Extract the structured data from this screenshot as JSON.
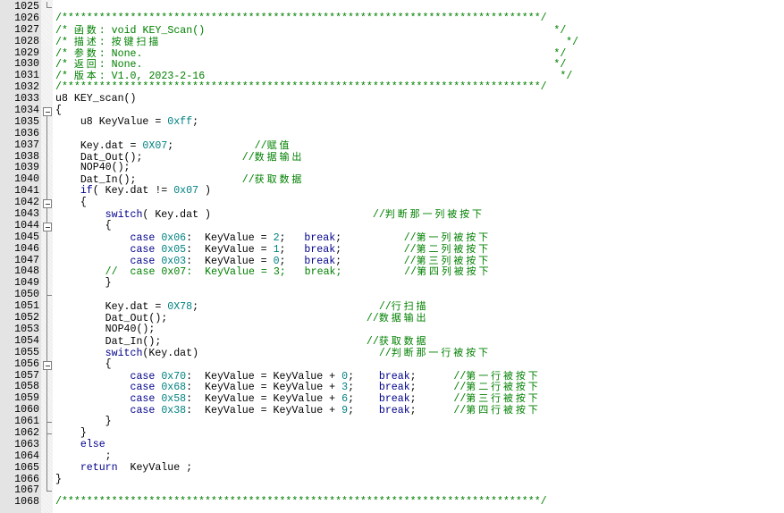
{
  "editor": {
    "colors": {
      "comment": "#008000",
      "keyword": "#00008b",
      "number": "#008080",
      "text": "#000000",
      "gutter": "#e4e4e4",
      "background": "#ffffff"
    },
    "lines": [
      {
        "num": "1025",
        "fold": "end",
        "tokens": []
      },
      {
        "num": "1026",
        "fold": "",
        "tokens": [
          {
            "t": "/*****************************************************************************/",
            "c": "comment"
          }
        ]
      },
      {
        "num": "1027",
        "fold": "",
        "tokens": [
          {
            "t": "/* 函数: void KEY_Scan()                                                        */",
            "c": "comment"
          }
        ]
      },
      {
        "num": "1028",
        "fold": "",
        "tokens": [
          {
            "t": "/* 描述: 按键扫描                                                                 */",
            "c": "comment"
          }
        ]
      },
      {
        "num": "1029",
        "fold": "",
        "tokens": [
          {
            "t": "/* 参数: None.                                                                  */",
            "c": "comment"
          }
        ]
      },
      {
        "num": "1030",
        "fold": "",
        "tokens": [
          {
            "t": "/* 返回: None.                                                                  */",
            "c": "comment"
          }
        ]
      },
      {
        "num": "1031",
        "fold": "",
        "tokens": [
          {
            "t": "/* 版本: V1.0, 2023-2-16                                                         */",
            "c": "comment"
          }
        ]
      },
      {
        "num": "1032",
        "fold": "",
        "tokens": [
          {
            "t": "/*****************************************************************************/",
            "c": "comment"
          }
        ]
      },
      {
        "num": "1033",
        "fold": "",
        "tokens": [
          {
            "t": "u8 KEY_scan()",
            "c": "plain"
          }
        ]
      },
      {
        "num": "1034",
        "fold": "open-top",
        "tokens": [
          {
            "t": "{",
            "c": "plain"
          }
        ]
      },
      {
        "num": "1035",
        "fold": "line",
        "tokens": [
          {
            "t": "    u8 KeyValue = ",
            "c": "plain"
          },
          {
            "t": "0xff",
            "c": "number"
          },
          {
            "t": ";",
            "c": "plain"
          }
        ]
      },
      {
        "num": "1036",
        "fold": "line",
        "tokens": []
      },
      {
        "num": "1037",
        "fold": "line",
        "tokens": [
          {
            "t": "    Key.dat = ",
            "c": "plain"
          },
          {
            "t": "0X07",
            "c": "number"
          },
          {
            "t": ";             ",
            "c": "plain"
          },
          {
            "t": "//赋值",
            "c": "comment"
          }
        ]
      },
      {
        "num": "1038",
        "fold": "line",
        "tokens": [
          {
            "t": "    Dat_Out();                ",
            "c": "plain"
          },
          {
            "t": "//数据输出",
            "c": "comment"
          }
        ]
      },
      {
        "num": "1039",
        "fold": "line",
        "tokens": [
          {
            "t": "    NOP40();",
            "c": "plain"
          }
        ]
      },
      {
        "num": "1040",
        "fold": "line",
        "tokens": [
          {
            "t": "    Dat_In();                 ",
            "c": "plain"
          },
          {
            "t": "//获取数据",
            "c": "comment"
          }
        ]
      },
      {
        "num": "1041",
        "fold": "line",
        "tokens": [
          {
            "t": "    ",
            "c": "plain"
          },
          {
            "t": "if",
            "c": "keyword"
          },
          {
            "t": "( Key.dat != ",
            "c": "plain"
          },
          {
            "t": "0x07",
            "c": "number"
          },
          {
            "t": " )",
            "c": "plain"
          }
        ]
      },
      {
        "num": "1042",
        "fold": "open",
        "tokens": [
          {
            "t": "    {",
            "c": "plain"
          }
        ]
      },
      {
        "num": "1043",
        "fold": "line",
        "tokens": [
          {
            "t": "        ",
            "c": "plain"
          },
          {
            "t": "switch",
            "c": "keyword"
          },
          {
            "t": "( Key.dat )                          ",
            "c": "plain"
          },
          {
            "t": "//判断那一列被按下",
            "c": "comment"
          }
        ]
      },
      {
        "num": "1044",
        "fold": "open",
        "tokens": [
          {
            "t": "        {",
            "c": "plain"
          }
        ]
      },
      {
        "num": "1045",
        "fold": "line",
        "tokens": [
          {
            "t": "            ",
            "c": "plain"
          },
          {
            "t": "case",
            "c": "keyword"
          },
          {
            "t": " ",
            "c": "plain"
          },
          {
            "t": "0x06",
            "c": "number"
          },
          {
            "t": ":  KeyValue = ",
            "c": "plain"
          },
          {
            "t": "2",
            "c": "number"
          },
          {
            "t": ";   ",
            "c": "plain"
          },
          {
            "t": "break",
            "c": "keyword"
          },
          {
            "t": ";          ",
            "c": "plain"
          },
          {
            "t": "//第一列被按下",
            "c": "comment"
          }
        ]
      },
      {
        "num": "1046",
        "fold": "line",
        "tokens": [
          {
            "t": "            ",
            "c": "plain"
          },
          {
            "t": "case",
            "c": "keyword"
          },
          {
            "t": " ",
            "c": "plain"
          },
          {
            "t": "0x05",
            "c": "number"
          },
          {
            "t": ":  KeyValue = ",
            "c": "plain"
          },
          {
            "t": "1",
            "c": "number"
          },
          {
            "t": ";   ",
            "c": "plain"
          },
          {
            "t": "break",
            "c": "keyword"
          },
          {
            "t": ";          ",
            "c": "plain"
          },
          {
            "t": "//第二列被按下",
            "c": "comment"
          }
        ]
      },
      {
        "num": "1047",
        "fold": "line",
        "tokens": [
          {
            "t": "            ",
            "c": "plain"
          },
          {
            "t": "case",
            "c": "keyword"
          },
          {
            "t": " ",
            "c": "plain"
          },
          {
            "t": "0x03",
            "c": "number"
          },
          {
            "t": ":  KeyValue = ",
            "c": "plain"
          },
          {
            "t": "0",
            "c": "number"
          },
          {
            "t": ";   ",
            "c": "plain"
          },
          {
            "t": "break",
            "c": "keyword"
          },
          {
            "t": ";          ",
            "c": "plain"
          },
          {
            "t": "//第三列被按下",
            "c": "comment"
          }
        ]
      },
      {
        "num": "1048",
        "fold": "line",
        "tokens": [
          {
            "t": "        ",
            "c": "plain"
          },
          {
            "t": "//  case 0x07:  KeyValue = 3;   break;          //第四列被按下",
            "c": "comment"
          }
        ]
      },
      {
        "num": "1049",
        "fold": "line",
        "tokens": [
          {
            "t": "        }",
            "c": "plain"
          }
        ]
      },
      {
        "num": "1050",
        "fold": "tick",
        "tokens": []
      },
      {
        "num": "1051",
        "fold": "line",
        "tokens": [
          {
            "t": "        Key.dat = ",
            "c": "plain"
          },
          {
            "t": "0X78",
            "c": "number"
          },
          {
            "t": ";                             ",
            "c": "plain"
          },
          {
            "t": "//行扫描",
            "c": "comment"
          }
        ]
      },
      {
        "num": "1052",
        "fold": "line",
        "tokens": [
          {
            "t": "        Dat_Out();                                ",
            "c": "plain"
          },
          {
            "t": "//数据输出",
            "c": "comment"
          }
        ]
      },
      {
        "num": "1053",
        "fold": "line",
        "tokens": [
          {
            "t": "        NOP40();",
            "c": "plain"
          }
        ]
      },
      {
        "num": "1054",
        "fold": "line",
        "tokens": [
          {
            "t": "        Dat_In();                                 ",
            "c": "plain"
          },
          {
            "t": "//获取数据",
            "c": "comment"
          }
        ]
      },
      {
        "num": "1055",
        "fold": "line",
        "tokens": [
          {
            "t": "        ",
            "c": "plain"
          },
          {
            "t": "switch",
            "c": "keyword"
          },
          {
            "t": "(Key.dat)                             ",
            "c": "plain"
          },
          {
            "t": "//判断那一行被按下",
            "c": "comment"
          }
        ]
      },
      {
        "num": "1056",
        "fold": "open",
        "tokens": [
          {
            "t": "        {",
            "c": "plain"
          }
        ]
      },
      {
        "num": "1057",
        "fold": "line",
        "tokens": [
          {
            "t": "            ",
            "c": "plain"
          },
          {
            "t": "case",
            "c": "keyword"
          },
          {
            "t": " ",
            "c": "plain"
          },
          {
            "t": "0x70",
            "c": "number"
          },
          {
            "t": ":  KeyValue = KeyValue + ",
            "c": "plain"
          },
          {
            "t": "0",
            "c": "number"
          },
          {
            "t": ";    ",
            "c": "plain"
          },
          {
            "t": "break",
            "c": "keyword"
          },
          {
            "t": ";      ",
            "c": "plain"
          },
          {
            "t": "//第一行被按下",
            "c": "comment"
          }
        ]
      },
      {
        "num": "1058",
        "fold": "line",
        "tokens": [
          {
            "t": "            ",
            "c": "plain"
          },
          {
            "t": "case",
            "c": "keyword"
          },
          {
            "t": " ",
            "c": "plain"
          },
          {
            "t": "0x68",
            "c": "number"
          },
          {
            "t": ":  KeyValue = KeyValue + ",
            "c": "plain"
          },
          {
            "t": "3",
            "c": "number"
          },
          {
            "t": ";    ",
            "c": "plain"
          },
          {
            "t": "break",
            "c": "keyword"
          },
          {
            "t": ";      ",
            "c": "plain"
          },
          {
            "t": "//第二行被按下",
            "c": "comment"
          }
        ]
      },
      {
        "num": "1059",
        "fold": "line",
        "tokens": [
          {
            "t": "            ",
            "c": "plain"
          },
          {
            "t": "case",
            "c": "keyword"
          },
          {
            "t": " ",
            "c": "plain"
          },
          {
            "t": "0x58",
            "c": "number"
          },
          {
            "t": ":  KeyValue = KeyValue + ",
            "c": "plain"
          },
          {
            "t": "6",
            "c": "number"
          },
          {
            "t": ";    ",
            "c": "plain"
          },
          {
            "t": "break",
            "c": "keyword"
          },
          {
            "t": ";      ",
            "c": "plain"
          },
          {
            "t": "//第三行被按下",
            "c": "comment"
          }
        ]
      },
      {
        "num": "1060",
        "fold": "line",
        "tokens": [
          {
            "t": "            ",
            "c": "plain"
          },
          {
            "t": "case",
            "c": "keyword"
          },
          {
            "t": " ",
            "c": "plain"
          },
          {
            "t": "0x38",
            "c": "number"
          },
          {
            "t": ":  KeyValue = KeyValue + ",
            "c": "plain"
          },
          {
            "t": "9",
            "c": "number"
          },
          {
            "t": ";    ",
            "c": "plain"
          },
          {
            "t": "break",
            "c": "keyword"
          },
          {
            "t": ";      ",
            "c": "plain"
          },
          {
            "t": "//第四行被按下",
            "c": "comment"
          }
        ]
      },
      {
        "num": "1061",
        "fold": "tick",
        "tokens": [
          {
            "t": "        }",
            "c": "plain"
          }
        ]
      },
      {
        "num": "1062",
        "fold": "tick",
        "tokens": [
          {
            "t": "    }",
            "c": "plain"
          }
        ]
      },
      {
        "num": "1063",
        "fold": "line",
        "tokens": [
          {
            "t": "    ",
            "c": "plain"
          },
          {
            "t": "else",
            "c": "keyword"
          }
        ]
      },
      {
        "num": "1064",
        "fold": "line",
        "tokens": [
          {
            "t": "        ;",
            "c": "plain"
          }
        ]
      },
      {
        "num": "1065",
        "fold": "line",
        "tokens": [
          {
            "t": "    ",
            "c": "plain"
          },
          {
            "t": "return",
            "c": "keyword"
          },
          {
            "t": "  KeyValue ;",
            "c": "plain"
          }
        ]
      },
      {
        "num": "1066",
        "fold": "line",
        "tokens": [
          {
            "t": "}",
            "c": "plain"
          }
        ]
      },
      {
        "num": "1067",
        "fold": "end",
        "tokens": []
      },
      {
        "num": "1068",
        "fold": "",
        "tokens": [
          {
            "t": "/*****************************************************************************/",
            "c": "comment"
          }
        ]
      }
    ]
  }
}
